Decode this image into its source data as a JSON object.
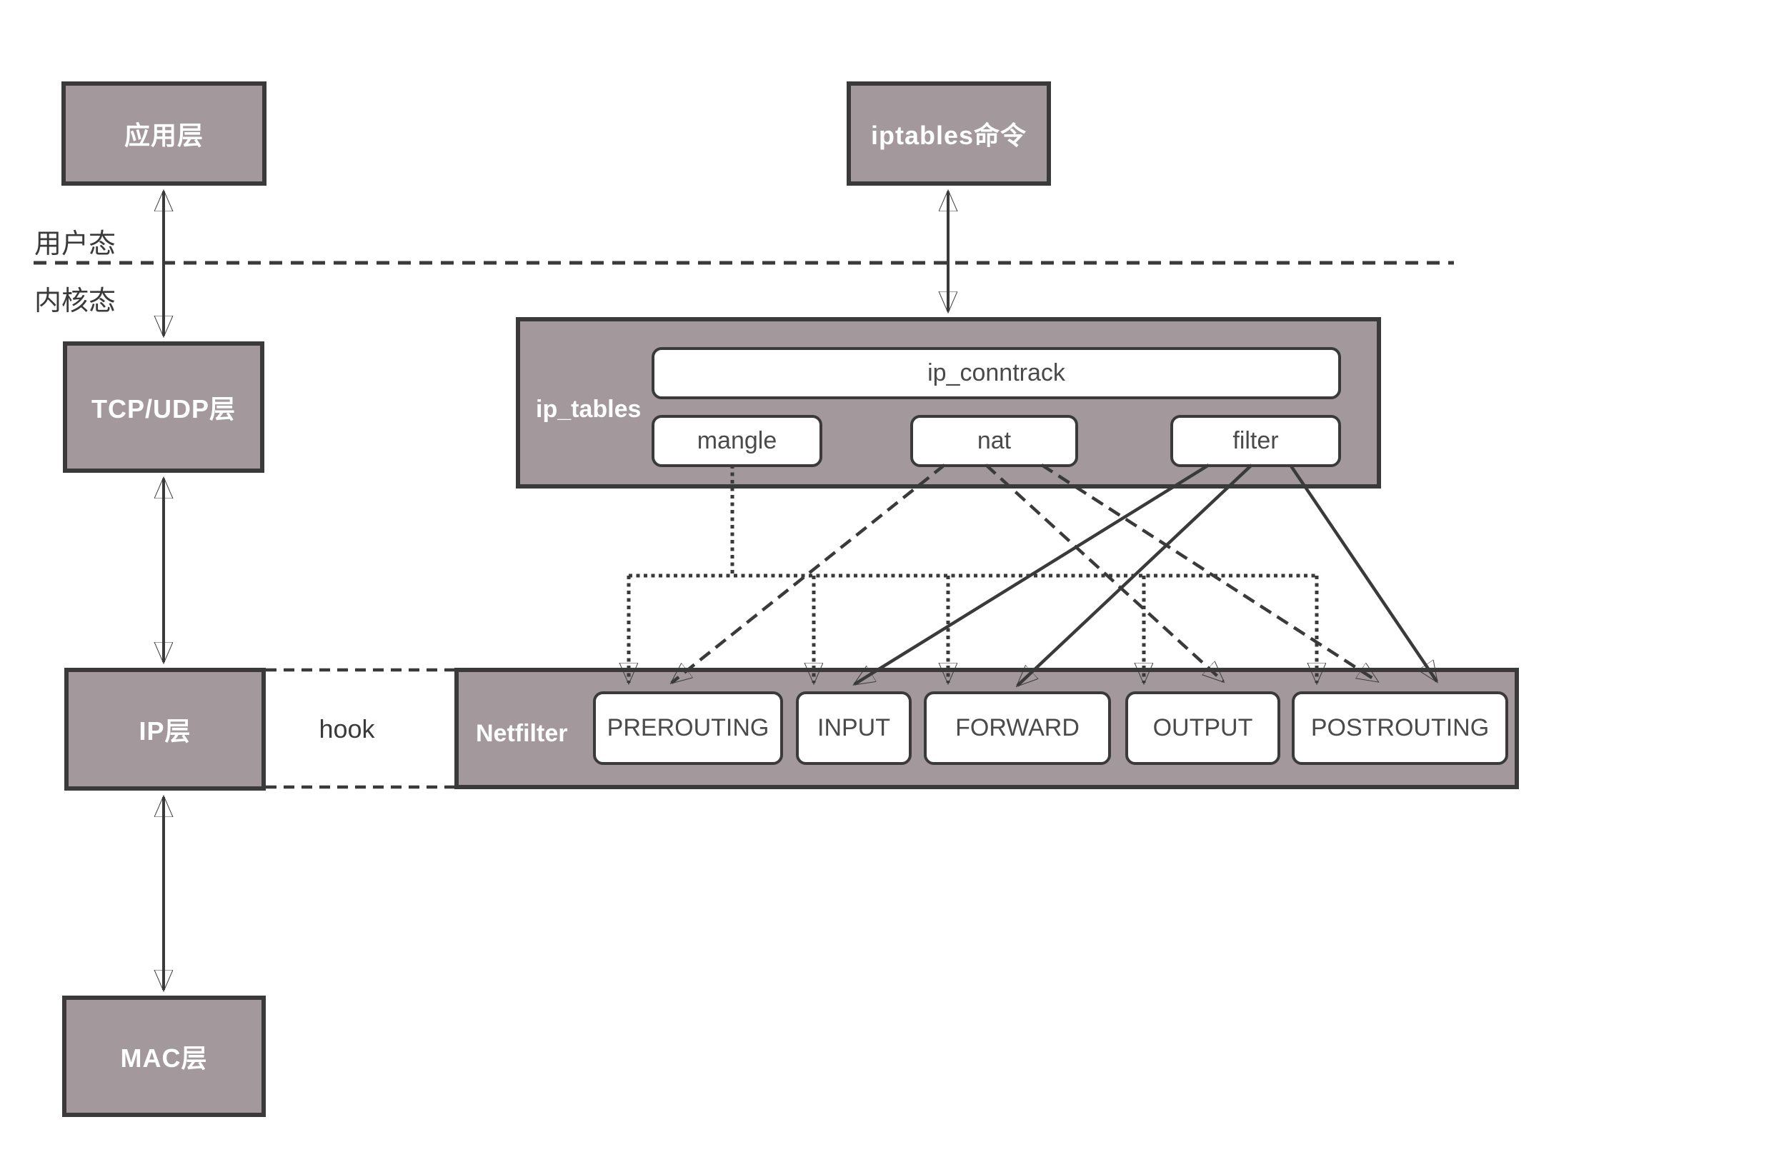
{
  "layers": {
    "app": "应用层",
    "tcp_udp": "TCP/UDP层",
    "ip": "IP层",
    "mac": "MAC层"
  },
  "command_box": "iptables命令",
  "mode_labels": {
    "user": "用户态",
    "kernel": "内核态"
  },
  "hook_label": "hook",
  "ip_tables": {
    "label": "ip_tables",
    "conntrack": "ip_conntrack",
    "tables": [
      "mangle",
      "nat",
      "filter"
    ]
  },
  "netfilter": {
    "label": "Netfilter",
    "chains": [
      "PREROUTING",
      "INPUT",
      "FORWARD",
      "OUTPUT",
      "POSTROUTING"
    ]
  },
  "edges": [
    {
      "from": "应用层",
      "to": "TCP/UDP层",
      "style": "double-arrow"
    },
    {
      "from": "TCP/UDP层",
      "to": "IP层",
      "style": "double-arrow"
    },
    {
      "from": "IP层",
      "to": "MAC层",
      "style": "double-arrow"
    },
    {
      "from": "iptables命令",
      "to": "ip_tables",
      "style": "double-arrow"
    },
    {
      "from": "IP层",
      "to": "Netfilter",
      "style": "hook-dashed"
    },
    {
      "from": "mangle",
      "to": [
        "PREROUTING",
        "INPUT",
        "FORWARD",
        "OUTPUT",
        "POSTROUTING"
      ],
      "style": "dotted-arrow"
    },
    {
      "from": "nat",
      "to": [
        "PREROUTING",
        "OUTPUT",
        "POSTROUTING"
      ],
      "style": "dashed-arrow"
    },
    {
      "from": "filter",
      "to": [
        "INPUT",
        "FORWARD",
        "POSTROUTING"
      ],
      "style": "solid-arrow"
    }
  ],
  "colors": {
    "box_fill": "#a3989b",
    "box_border": "#3a3a3a",
    "box_text": "#ffffff",
    "inner_box_fill": "#ffffff",
    "inner_box_text": "#4a4a4a",
    "line": "#3a3a3a",
    "background": "#ffffff"
  }
}
